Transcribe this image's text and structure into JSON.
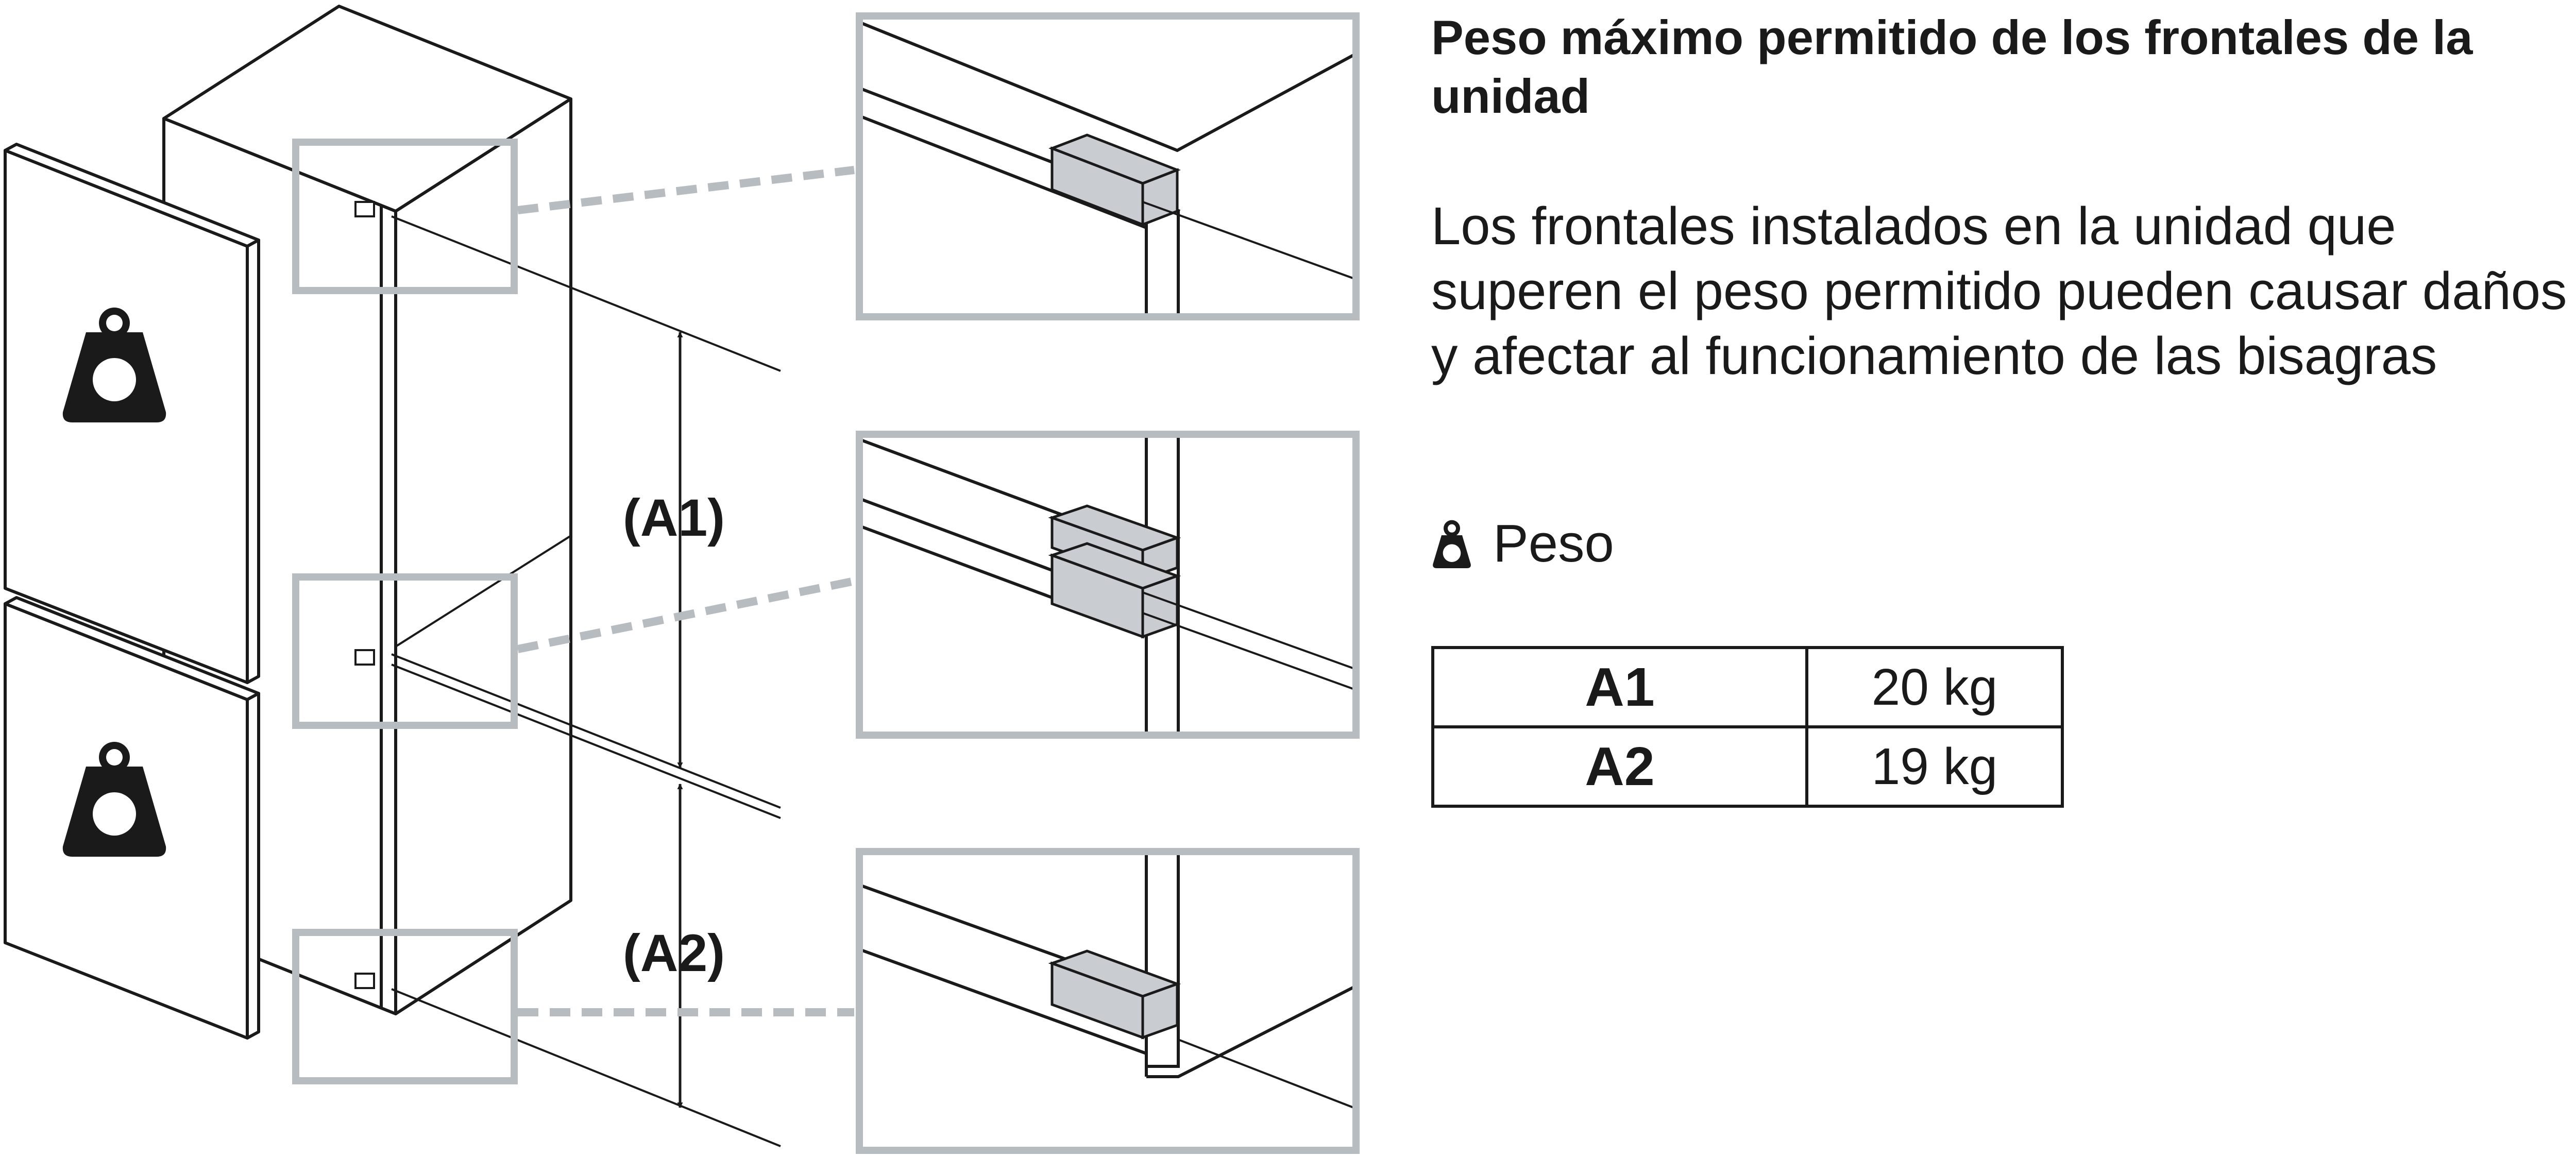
{
  "panel": {
    "title": "Peso máximo permitido de los frontales de la unidad",
    "description": "Los frontales instalados en la unidad que superen el peso permitido pueden causar daños y afectar al funcionamiento de las bisagras",
    "legend_label": "Peso"
  },
  "table": {
    "rows": [
      {
        "zone": "A1",
        "weight": "20 kg"
      },
      {
        "zone": "A2",
        "weight": "19 kg"
      }
    ]
  },
  "diagram": {
    "label_a1": "(A1)",
    "label_a2": "(A2)"
  },
  "colors": {
    "outline": "#1a1a1a",
    "callout_frame": "#b7bcc1",
    "hinge_fill": "#c9ccd0",
    "background": "#ffffff"
  },
  "icons": {
    "weight": "weight-icon",
    "hinge": "hinge-block"
  }
}
